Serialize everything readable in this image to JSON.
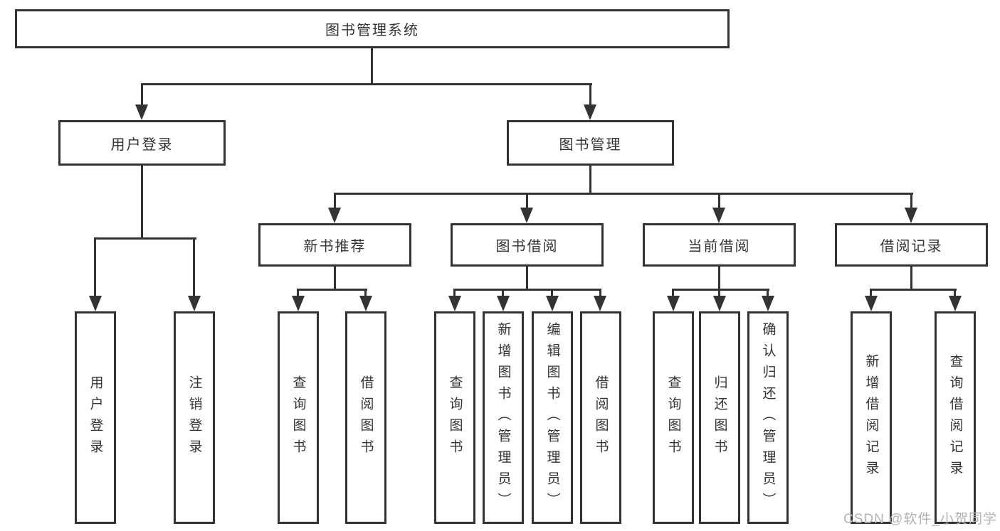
{
  "colors": {
    "line": "#333333",
    "text": "#333333",
    "background": "#ffffff",
    "watermark": "#b3b3b3"
  },
  "root": {
    "label": "图书管理系统"
  },
  "branches": [
    {
      "label": "用户登录",
      "children": [
        {
          "label": "用户登录"
        },
        {
          "label": "注销登录"
        }
      ]
    },
    {
      "label": "图书管理",
      "groups": [
        {
          "label": "新书推荐",
          "children": [
            {
              "label": "查询图书"
            },
            {
              "label": "借阅图书"
            }
          ]
        },
        {
          "label": "图书借阅",
          "children": [
            {
              "label": "查询图书"
            },
            {
              "label": "新增图书（管理员）"
            },
            {
              "label": "编辑图书（管理员）"
            },
            {
              "label": "借阅图书"
            }
          ]
        },
        {
          "label": "当前借阅",
          "children": [
            {
              "label": "查询图书"
            },
            {
              "label": "归还图书"
            },
            {
              "label": "确认归还（管理员）"
            }
          ]
        },
        {
          "label": "借阅记录",
          "children": [
            {
              "label": "新增借阅记录"
            },
            {
              "label": "查询借阅记录"
            }
          ]
        }
      ]
    }
  ],
  "watermark": {
    "text": "CSDN @软件_小贺同学"
  }
}
